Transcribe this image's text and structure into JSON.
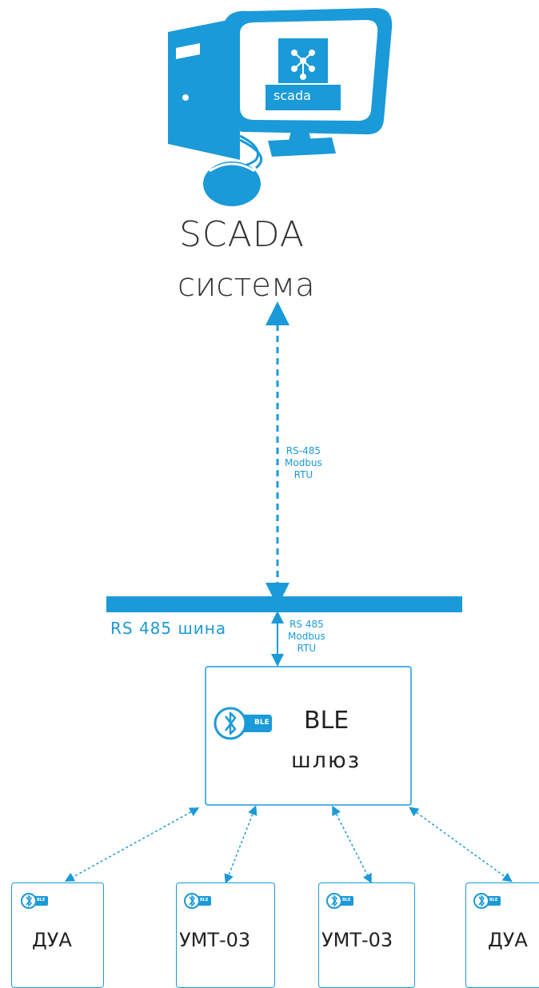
{
  "colors": {
    "accent": "#1a9ad8",
    "text": "#333333"
  },
  "scada": {
    "logo_text": "scada",
    "title": "SCADA",
    "subtitle": "система"
  },
  "link_top": {
    "lines": [
      "RS-485",
      "Modbus",
      "RTU"
    ]
  },
  "bus": {
    "label": "RS 485 шина"
  },
  "link_bottom": {
    "lines": [
      "RS 485",
      "Modbus",
      "RTU"
    ]
  },
  "gateway": {
    "title": "BLE",
    "subtitle": "шлюз",
    "badge": "BLE"
  },
  "devices": [
    {
      "label": "ДУА",
      "badge": "BLE"
    },
    {
      "label": "УМТ-03",
      "badge": "BLE"
    },
    {
      "label": "УМТ-03",
      "badge": "BLE"
    },
    {
      "label": "ДУА",
      "badge": "BLE"
    }
  ]
}
